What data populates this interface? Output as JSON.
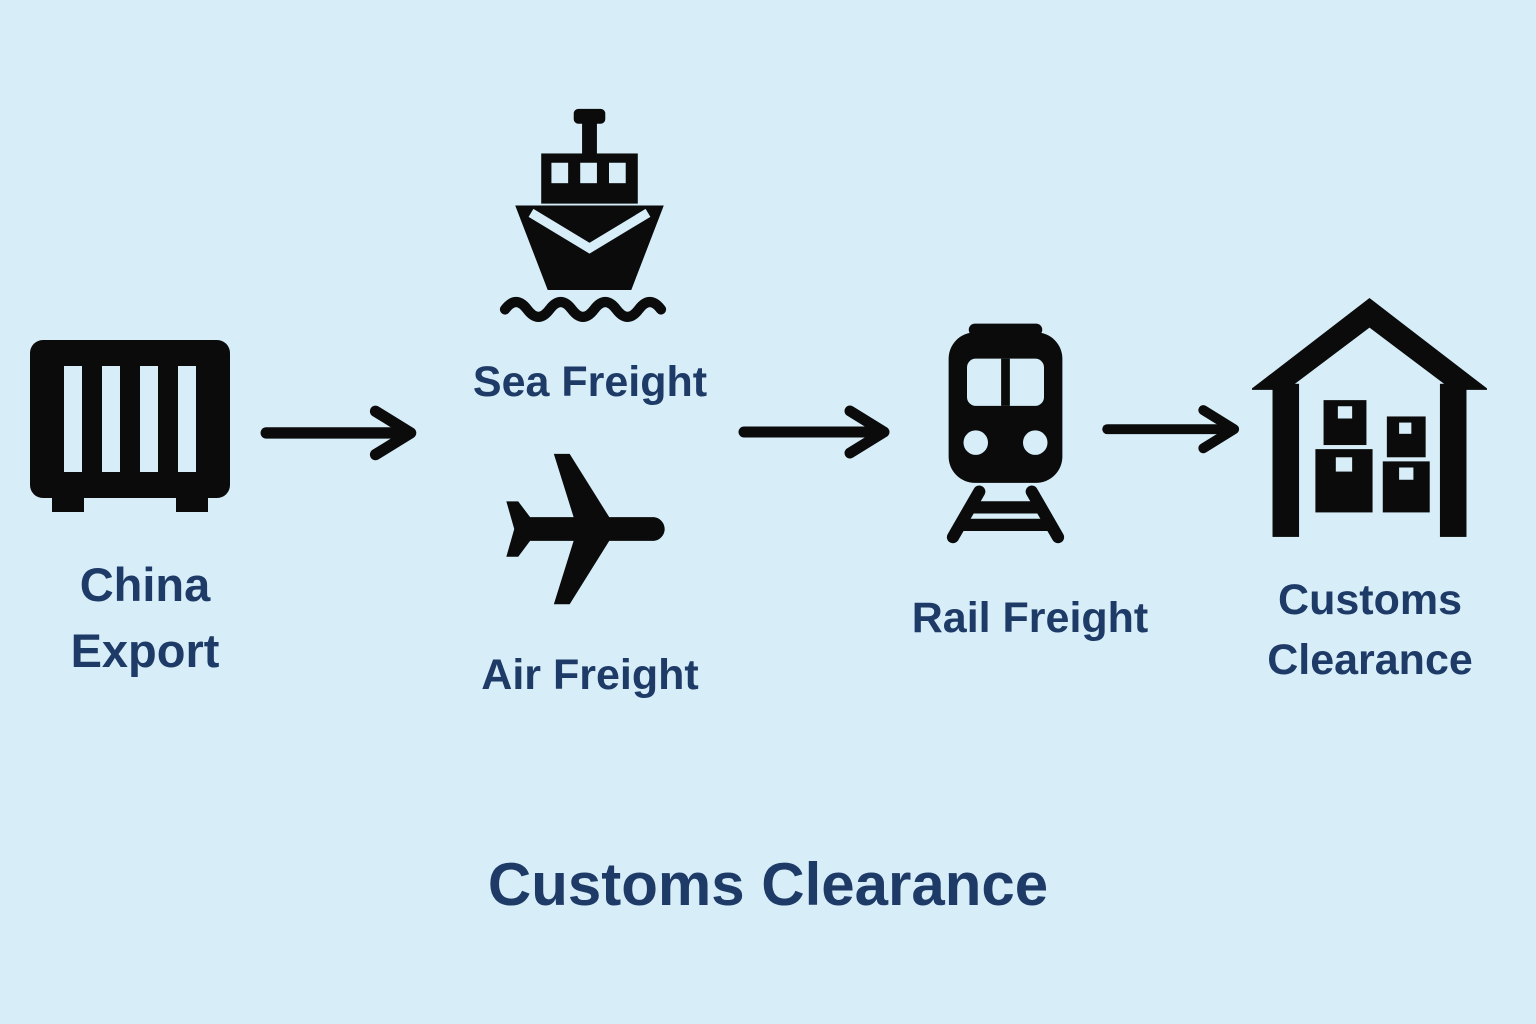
{
  "colors": {
    "background": "#d7eef9",
    "text": "#1e3a66",
    "icon": "#0b0b0b"
  },
  "diagram": {
    "title": "Customs Clearance",
    "nodes": {
      "china_export": {
        "label": "China Export"
      },
      "sea_freight": {
        "label": "Sea Freight"
      },
      "air_freight": {
        "label": "Air Freight"
      },
      "rail_freight": {
        "label": "Rail Freight"
      },
      "customs_clearance": {
        "label": "Customs Clearance"
      }
    },
    "icons": {
      "china_export": "container-icon",
      "sea_freight": "ship-icon",
      "air_freight": "airplane-icon",
      "rail_freight": "train-icon",
      "customs_clearance": "warehouse-icon",
      "connector": "arrow-right-icon"
    }
  }
}
